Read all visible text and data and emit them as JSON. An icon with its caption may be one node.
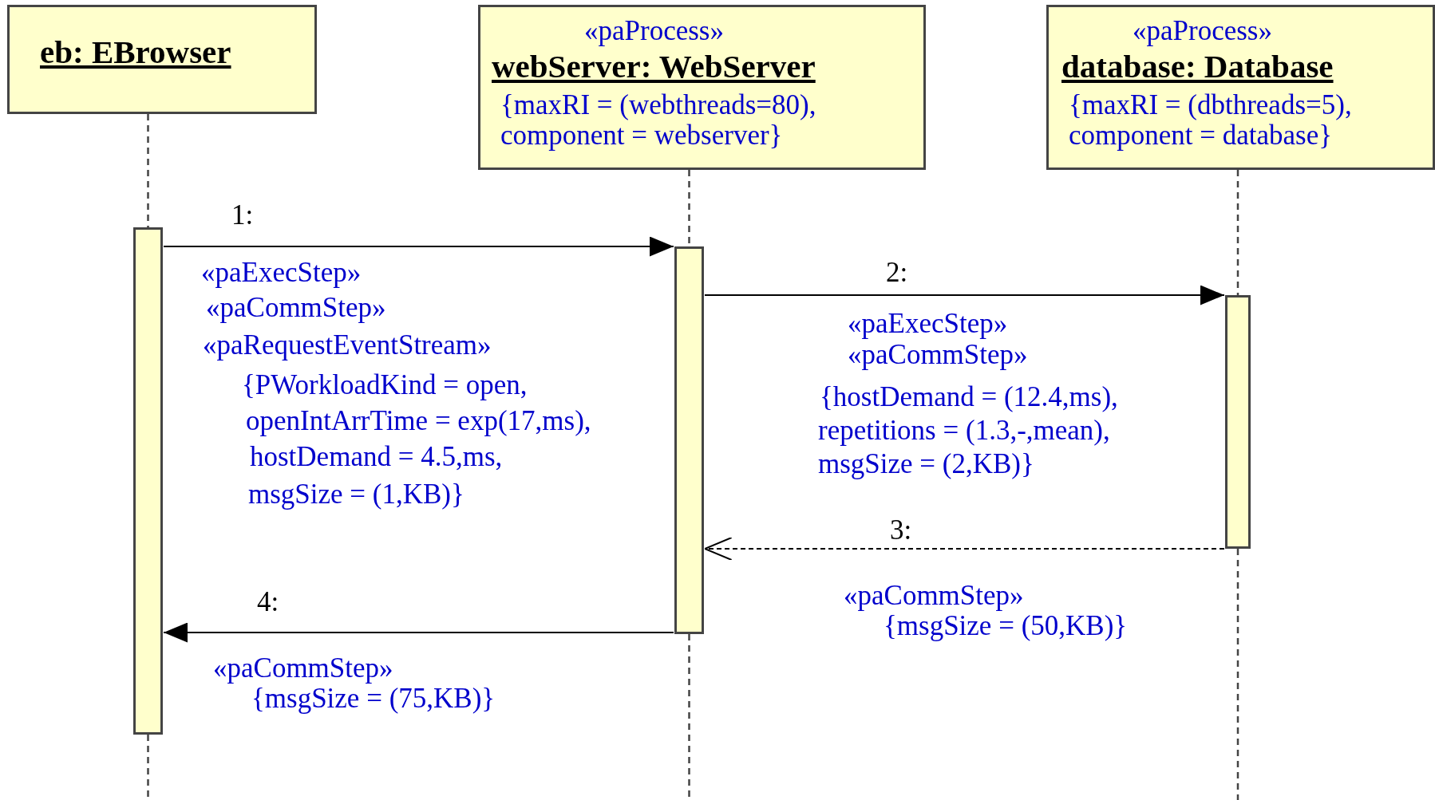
{
  "diagram": {
    "nodes": [
      {
        "text": [
          "eb: EBrowser"
        ]
      },
      {
        "text": [
          "«paProcess»",
          "webServer: WebServer",
          "{maxRI = (webthreads=80), component = webserver}"
        ]
      },
      {
        "text": [
          "«paProcess»",
          "database: Database",
          "{maxRI = (dbthreads=5), component = database}"
        ]
      },
      {
        "text": [],
        "shape": "bar"
      },
      {
        "text": [],
        "shape": "bar"
      },
      {
        "text": [],
        "shape": "bar"
      }
    ],
    "edges": [
      {
        "from": 0,
        "to": 3,
        "arrow": "none",
        "style": "dashed",
        "color": "#444444"
      },
      {
        "from": 1,
        "to": 4,
        "arrow": "none",
        "style": "dashed",
        "color": "#444444"
      },
      {
        "from": 2,
        "to": 5,
        "arrow": "none",
        "style": "dashed",
        "color": "#444444"
      },
      {
        "from": 3,
        "to": 4,
        "arrow": "to",
        "label": "1:"
      },
      {
        "from": 4,
        "to": 5,
        "arrow": "to",
        "label": "2:"
      },
      {
        "from": 5,
        "to": 4,
        "arrow": "to",
        "label": "3:",
        "style": "dashed"
      },
      {
        "from": 4,
        "to": 3,
        "arrow": "to",
        "label": "4:"
      }
    ],
    "labels": [
      "«paExecStep»",
      "«paCommStep»",
      "«paRequestEventStream»",
      "{PWorkloadKind = open,",
      "openIntArrTime = exp(17,ms),",
      "hostDemand = 4.5,ms,",
      "msgSize = (1,KB)}",
      "«paExecStep»",
      "«paCommStep»",
      "{hostDemand = (12.4,ms),",
      "repetitions = (1.3,-,mean),",
      "msgSize = (2,KB)}",
      "«paCommStep»",
      "{msgSize = (50,KB)}",
      "«paCommStep»",
      "{msgSize = (75,KB)}"
    ]
  }
}
